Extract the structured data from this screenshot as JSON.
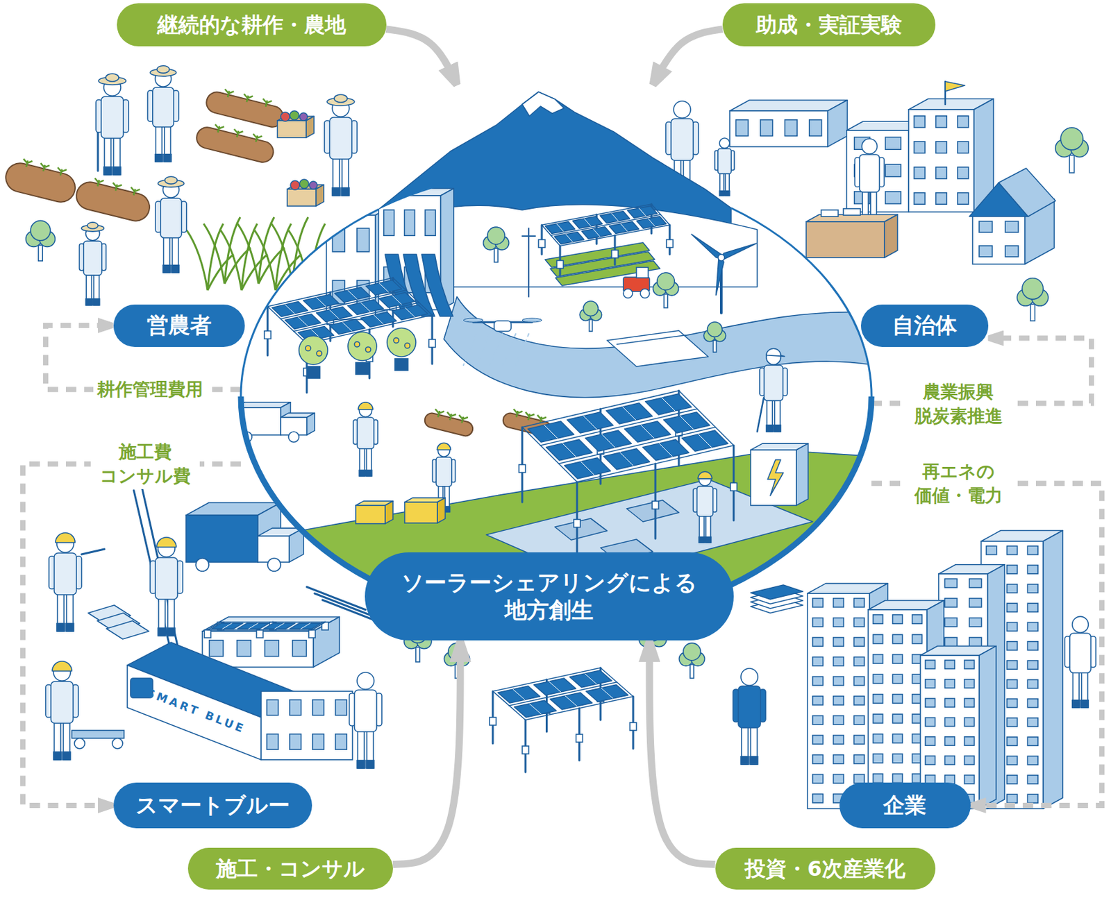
{
  "diagram": {
    "nodes": [
      {
        "text": [
          "継続的な耕作・農地"
        ]
      },
      {
        "text": [
          "助成・実証実験"
        ]
      },
      {
        "text": [
          "営農者"
        ]
      },
      {
        "text": [
          "自治体"
        ]
      },
      {
        "text": [
          "ソーラーシェアリングによる 地方創生"
        ]
      },
      {
        "text": [
          "スマートブルー"
        ]
      },
      {
        "text": [
          "企業"
        ]
      },
      {
        "text": [
          "施工・コンサル"
        ]
      },
      {
        "text": [
          "投資・6次産業化"
        ]
      }
    ],
    "edges": [
      {
        "from": 0,
        "to": 4,
        "arrow": "to"
      },
      {
        "from": 1,
        "to": 4,
        "arrow": "to"
      },
      {
        "from": 7,
        "to": 4,
        "arrow": "to"
      },
      {
        "from": 8,
        "to": 4,
        "arrow": "to"
      },
      {
        "from": 4,
        "to": 2,
        "label": "耕作管理費用",
        "arrow": "to"
      },
      {
        "from": 4,
        "to": 5,
        "label": "施工費 コンサル費",
        "arrow": "to"
      },
      {
        "from": 4,
        "to": 3,
        "label": "農業振興 脱炭素推進",
        "arrow": "to"
      },
      {
        "from": 4,
        "to": 6,
        "label": "再エネの 価値・電力",
        "arrow": "to"
      }
    ],
    "labels": [
      "SMART BLUE"
    ]
  }
}
